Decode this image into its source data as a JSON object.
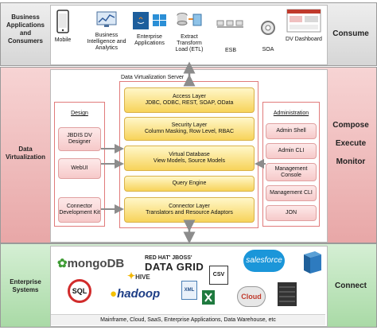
{
  "bands": {
    "top": {
      "left_label": "Business Applications and Consumers",
      "right_label": "Consume"
    },
    "middle": {
      "left_label": "Data Virtualization",
      "right_labels": [
        "Compose",
        "Execute",
        "Monitor"
      ]
    },
    "bottom": {
      "left_label": "Enterprise Systems",
      "right_label": "Connect",
      "footer": "Mainframe, Cloud, SaaS, Enterprise Applications, Data Warehouse, etc"
    }
  },
  "consumers": [
    {
      "label": "Mobile",
      "icon": "mobile-icon"
    },
    {
      "label": "Business Intelligence and Analytics",
      "icon": "analytics-icon"
    },
    {
      "label": "Enterprise Applications",
      "icon": "java-windows-icon"
    },
    {
      "label": "Extract Transform Load (ETL)",
      "icon": "etl-icon"
    },
    {
      "label": "ESB",
      "icon": "esb-icon"
    },
    {
      "label": "SOA",
      "icon": "soa-icon"
    },
    {
      "label": "DV Dashboard",
      "icon": "dashboard-icon"
    }
  ],
  "dv_server": {
    "title": "Data Virtualization Server",
    "layers": [
      {
        "line1": "Access Layer",
        "line2": "JDBC, ODBC, REST, SOAP, OData"
      },
      {
        "line1": "Security Layer",
        "line2": "Column Masking, Row Level, RBAC"
      },
      {
        "line1": "Virtual Database",
        "line2": "View Models, Source Models"
      },
      {
        "line1": "Query Engine",
        "line2": ""
      },
      {
        "line1": "Connector Layer",
        "line2": "Translators and Resource Adaptors"
      }
    ]
  },
  "design": {
    "title": "Design",
    "items": [
      "JBDIS DV Designer",
      "WebUI",
      "Connector Development Kit"
    ]
  },
  "administration": {
    "title": "Administration",
    "items": [
      "Admin Shell",
      "Admin CLI",
      "Management Console",
      "Management CLI",
      "JON"
    ]
  },
  "enterprise_logos": {
    "mongodb": "mongoDB",
    "redhat_line1": "RED HAT' JBOSS'",
    "redhat_line2": "DATA GRID",
    "salesforce": "salesforce",
    "hive": "HIVE",
    "csv": "CSV",
    "sql": "SQL",
    "hadoop": "hadoop",
    "xml": "XML",
    "cloud": "Cloud"
  },
  "colors": {
    "arrow": "#8c8c8c",
    "dv_border": "#e07b7b",
    "layer_fill": "#f7d35a",
    "tool_fill": "#f6c9c9"
  }
}
